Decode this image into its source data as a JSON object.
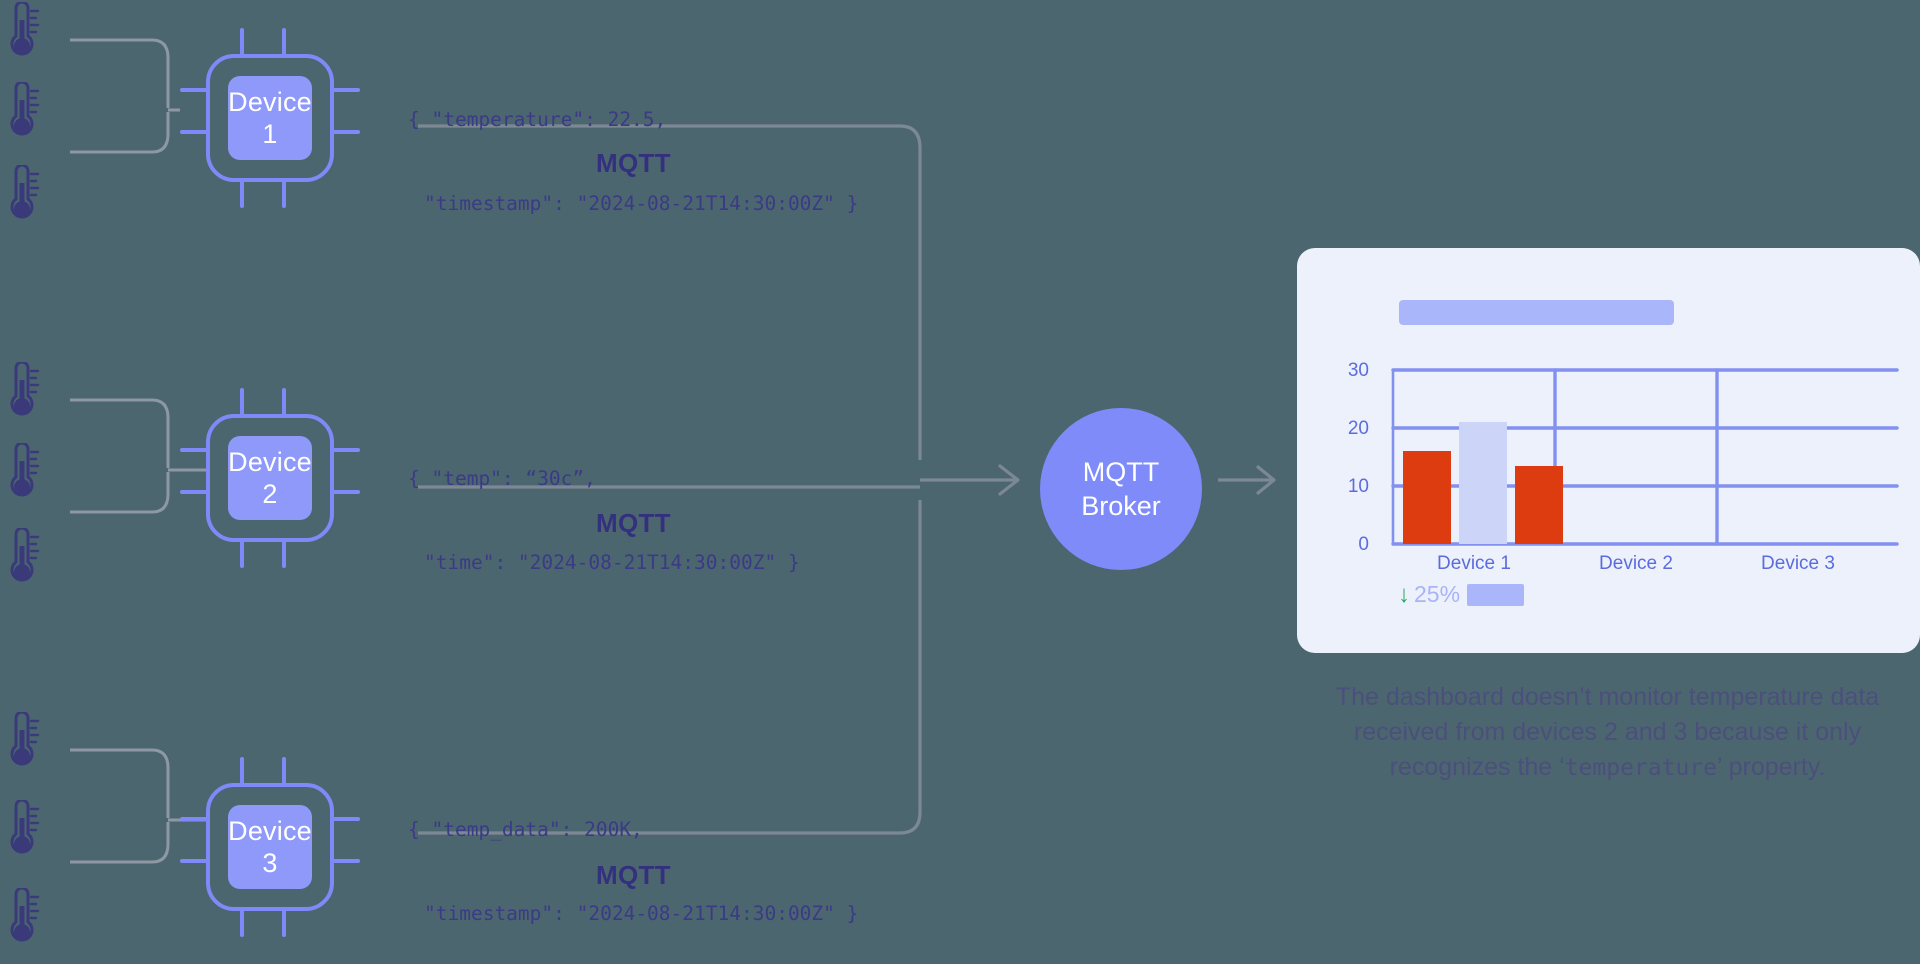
{
  "palette": {
    "background": "#4c6670",
    "chip_blue": "#7e8bf9",
    "chip_fill": "#8e99fa",
    "navy": "#33317e",
    "card_bg": "#edf1fc",
    "grid_blue": "#8290f0",
    "bar_red": "#dd3c11",
    "bar_light": "#ccd5f8",
    "accent_green": "#23ab5e",
    "line_gray": "#7c8894"
  },
  "sensors": [
    {
      "name": "thermometer-icon",
      "group": "device-1"
    },
    {
      "name": "thermometer-icon",
      "group": "device-1"
    },
    {
      "name": "thermometer-icon",
      "group": "device-1"
    },
    {
      "name": "thermometer-icon",
      "group": "device-2"
    },
    {
      "name": "thermometer-icon",
      "group": "device-2"
    },
    {
      "name": "thermometer-icon",
      "group": "device-2"
    },
    {
      "name": "thermometer-icon",
      "group": "device-3"
    },
    {
      "name": "thermometer-icon",
      "group": "device-3"
    },
    {
      "name": "thermometer-icon",
      "group": "device-3"
    }
  ],
  "devices": [
    {
      "id": "device-1",
      "label_line1": "Device",
      "label_line2": "1",
      "payload_line1": "{ \"temperature\": 22.5,",
      "payload_line2": "\"timestamp\": \"2024-08-21T14:30:00Z\" }",
      "protocol": "MQTT"
    },
    {
      "id": "device-2",
      "label_line1": "Device",
      "label_line2": "2",
      "payload_line1": "{ \"temp\": “30c”,",
      "payload_line2": "\"time\": \"2024-08-21T14:30:00Z\" }",
      "protocol": "MQTT"
    },
    {
      "id": "device-3",
      "label_line1": "Device",
      "label_line2": "3",
      "payload_line1": "{ \"temp_data\": 200K,",
      "payload_line2": "\"timestamp\": \"2024-08-21T14:30:00Z\" }",
      "protocol": "MQTT"
    }
  ],
  "broker": {
    "line1": "MQTT",
    "line2": "Broker"
  },
  "dashboard": {
    "title_placeholder": "",
    "delta": {
      "arrow": "↓",
      "percent": "25%"
    }
  },
  "chart_data": {
    "type": "bar",
    "title": "",
    "xlabel": "",
    "ylabel": "",
    "categories": [
      "Device 1",
      "Device 2",
      "Device 3"
    ],
    "yticks": [
      "0",
      "10",
      "20",
      "30"
    ],
    "ylim": [
      0,
      30
    ],
    "grid": true,
    "legend": "none",
    "series": [
      {
        "name": "reading-a",
        "color": "#dd3c11",
        "values": [
          16,
          null,
          null
        ]
      },
      {
        "name": "reading-b",
        "color": "#ccd5f8",
        "values": [
          21,
          null,
          null
        ]
      },
      {
        "name": "reading-c",
        "color": "#dd3c11",
        "values": [
          13.5,
          null,
          null
        ]
      }
    ]
  },
  "caption": {
    "part1": "The dashboard doesn’t monitor temperature data received from devices 2 and 3 because it only recognizes the ‘",
    "code": "temperature",
    "part2": "’ property."
  }
}
